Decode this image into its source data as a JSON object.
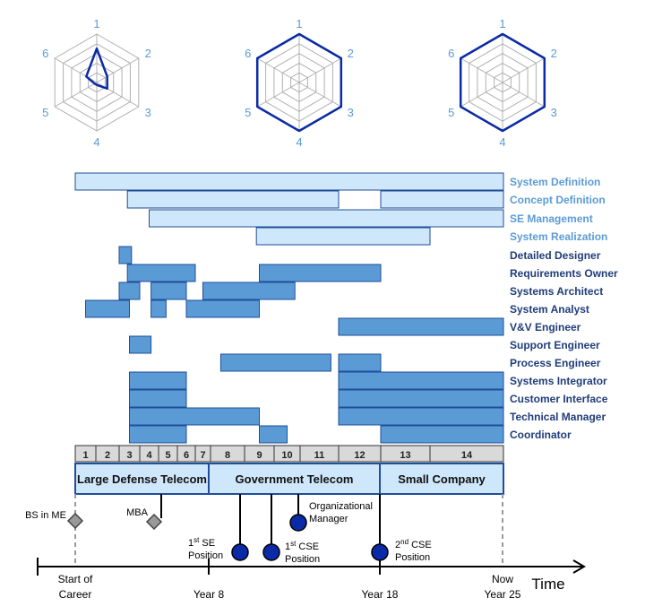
{
  "radar_axes": [
    "1",
    "2",
    "3",
    "4",
    "5",
    "6"
  ],
  "radars": [
    {
      "levels": [
        0.7,
        0.25,
        0.25,
        0.05,
        0.05,
        0.25
      ]
    },
    {
      "levels": [
        1,
        1,
        1,
        1,
        1,
        1
      ]
    },
    {
      "levels": [
        1,
        1,
        1,
        1,
        1,
        1
      ]
    }
  ],
  "colors": {
    "light_bar": "#cfe7fb",
    "role_bar": "#5b9bd5",
    "bar_stroke": "#1f4e9a",
    "skill_text": "#5b9bd5",
    "role_text": "#1f3d7a",
    "milestone": "#0a2aa6",
    "grid": "#b0b0b0",
    "radar_line": "#0a2aa6"
  },
  "skills": [
    {
      "label": "System Definition",
      "spans": [
        [
          0,
          14
        ]
      ]
    },
    {
      "label": "Concept Definition",
      "spans": [
        [
          2.4,
          11
        ],
        [
          12,
          14
        ]
      ]
    },
    {
      "label": "SE Management",
      "spans": [
        [
          3.5,
          14
        ]
      ]
    },
    {
      "label": "System Realization",
      "spans": [
        [
          8.4,
          13
        ]
      ]
    }
  ],
  "roles": [
    {
      "label": "Detailed Designer",
      "spans": [
        [
          2,
          2.6
        ]
      ]
    },
    {
      "label": "Requirements Owner",
      "spans": [
        [
          2.4,
          6
        ],
        [
          8.5,
          12
        ]
      ]
    },
    {
      "label": "Systems Architect",
      "spans": [
        [
          2,
          3
        ],
        [
          3.6,
          5.5
        ],
        [
          6.5,
          9.8
        ]
      ]
    },
    {
      "label": "System Analyst",
      "spans": [
        [
          0.5,
          2.5
        ],
        [
          3.6,
          4.4
        ],
        [
          5.5,
          8.5
        ]
      ]
    },
    {
      "label": "V&V Engineer",
      "spans": [
        [
          11,
          14
        ]
      ]
    },
    {
      "label": "Support Engineer",
      "spans": [
        [
          2.5,
          3.6
        ]
      ]
    },
    {
      "label": "Process Engineer",
      "spans": [
        [
          7.3,
          10.8
        ],
        [
          11,
          12
        ]
      ]
    },
    {
      "label": "Systems Integrator",
      "spans": [
        [
          2.5,
          5.5
        ],
        [
          11,
          14
        ]
      ]
    },
    {
      "label": "Customer Interface",
      "spans": [
        [
          2.5,
          5.5
        ],
        [
          11,
          14
        ]
      ]
    },
    {
      "label": "Technical Manager",
      "spans": [
        [
          2.5,
          8.5
        ],
        [
          11,
          14
        ]
      ]
    },
    {
      "label": "Coordinator",
      "spans": [
        [
          2.5,
          5.5
        ],
        [
          8.5,
          9.5
        ],
        [
          12,
          14
        ]
      ]
    }
  ],
  "periods": [
    "1",
    "2",
    "3",
    "4",
    "5",
    "6",
    "7",
    "8",
    "9",
    "10",
    "11",
    "12",
    "13",
    "14"
  ],
  "companies": [
    "Large Defense Telecom",
    "Government Telecom",
    "Small Company"
  ],
  "milestones": [
    {
      "label": "BS in ME",
      "type": "diamond"
    },
    {
      "label": "MBA",
      "type": "diamond"
    },
    {
      "label_prefix": "1",
      "label_sup": "st",
      "label_main": "SE",
      "label_line2": "Position",
      "type": "circle"
    },
    {
      "label_prefix": "1",
      "label_sup": "st",
      "label_main": "CSE",
      "label_line2": "Position",
      "type": "circle"
    },
    {
      "label_line1": "Organizational",
      "label_line2": "Manager",
      "type": "circle"
    },
    {
      "label_prefix": "2",
      "label_sup": "nd",
      "label_main": "CSE",
      "label_line2": "Position",
      "type": "circle"
    }
  ],
  "timeline": {
    "ticks": [
      {
        "line1": "Start of",
        "line2": "Career"
      },
      {
        "line1": "Year 8",
        "line2": ""
      },
      {
        "line1": "Year 18",
        "line2": ""
      },
      {
        "line1": "Now",
        "line2": "Year 25"
      }
    ],
    "axis_label": "Time"
  }
}
